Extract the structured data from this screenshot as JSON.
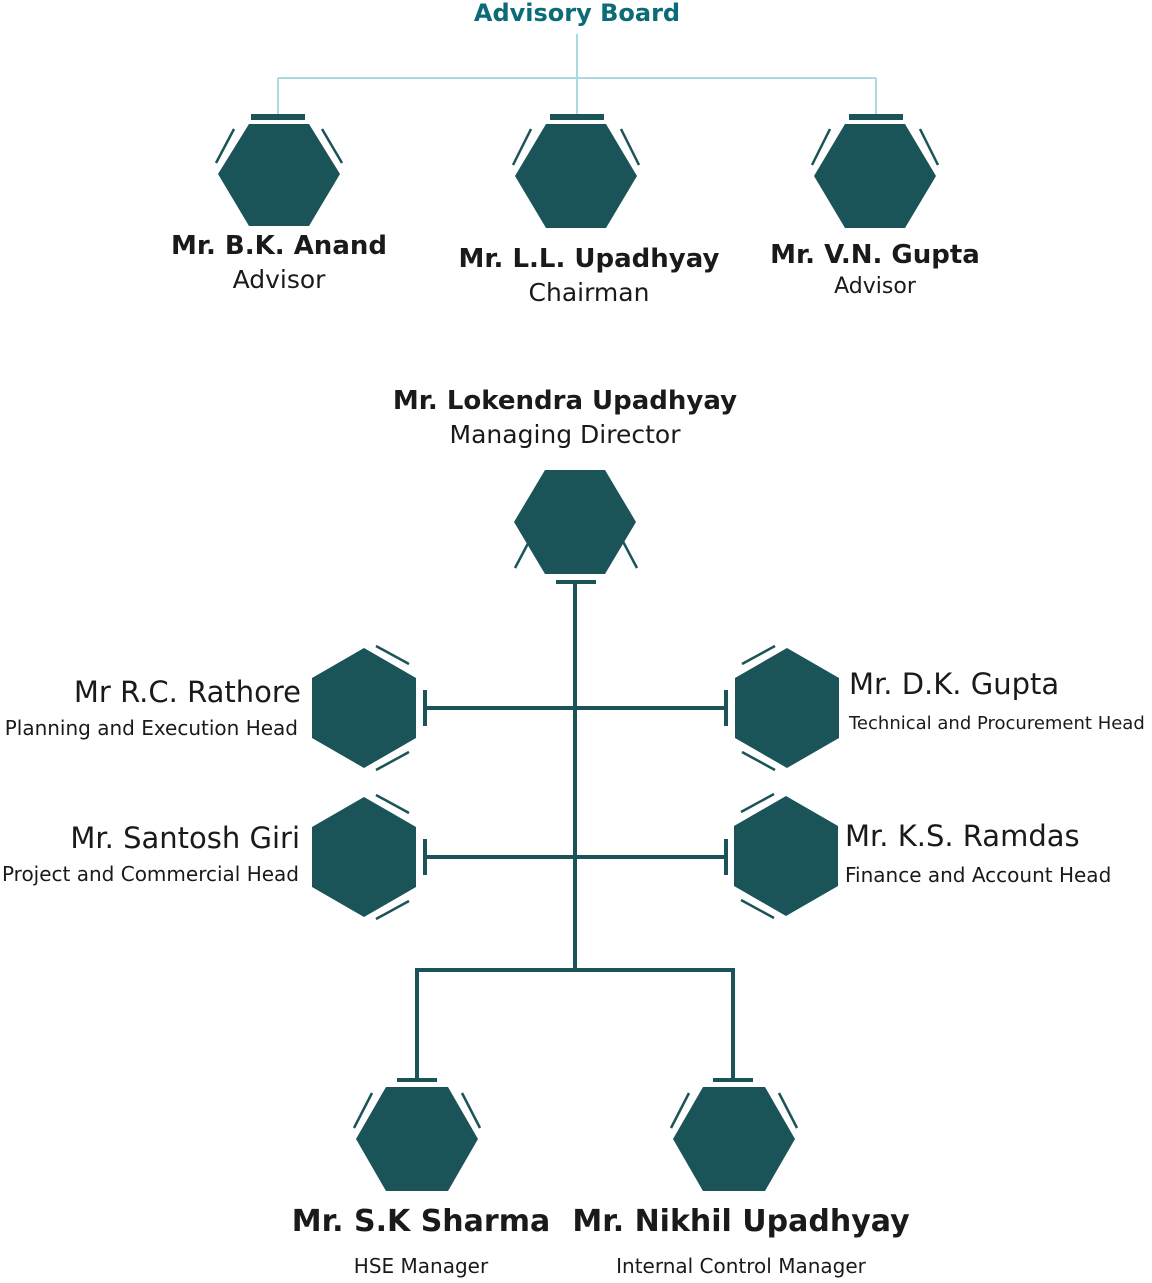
{
  "colors": {
    "node": "#1a5358",
    "connector": "#1a5358",
    "advisory_connector": "#a7dbe0",
    "heading": "#0c6b78"
  },
  "advisory_board": {
    "title": "Advisory Board",
    "members": [
      {
        "name": "Mr. B.K. Anand",
        "role": "Advisor"
      },
      {
        "name": "Mr. L.L. Upadhyay",
        "role": "Chairman"
      },
      {
        "name": "Mr. V.N. Gupta",
        "role": "Advisor"
      }
    ]
  },
  "management": {
    "md": {
      "name": "Mr. Lokendra Upadhyay",
      "role": "Managing Director"
    },
    "left": [
      {
        "name": "Mr R.C. Rathore",
        "role": "Planning and Execution Head"
      },
      {
        "name": "Mr. Santosh Giri",
        "role": "Project and Commercial Head"
      }
    ],
    "right": [
      {
        "name": "Mr. D.K. Gupta",
        "role": "Technical and Procurement Head"
      },
      {
        "name": "Mr. K.S. Ramdas",
        "role": "Finance and Account Head"
      }
    ],
    "bottom": [
      {
        "name": "Mr. S.K Sharma",
        "role": "HSE Manager"
      },
      {
        "name": "Mr. Nikhil Upadhyay",
        "role": "Internal Control Manager"
      }
    ]
  }
}
